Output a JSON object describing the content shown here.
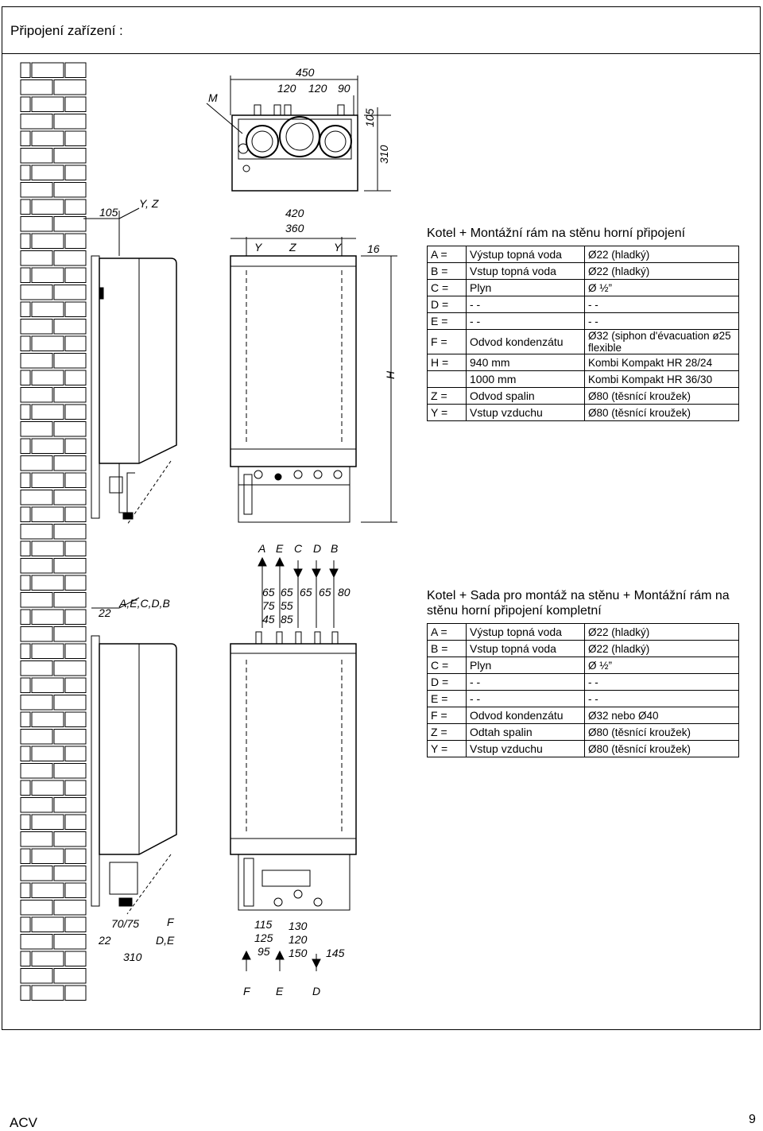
{
  "page_title": "Připojení zařízení :",
  "footer": {
    "brand": "ACV",
    "page_number": "9"
  },
  "drawing_top": {
    "labels": {
      "m": "M",
      "w450": "450",
      "w120a": "120",
      "w120b": "120",
      "w90": "90",
      "h105": "105",
      "h310": "310",
      "side105": "105",
      "side_yz": "Y, Z",
      "w420": "420",
      "w360": "360",
      "y_left": "Y",
      "z": "Z",
      "y_right": "Y",
      "d16": "16",
      "h": "H"
    },
    "connection_letters": [
      "A",
      "E",
      "C",
      "D",
      "B"
    ]
  },
  "drawing_bottom": {
    "labels": {
      "side22": "22",
      "side_letters": "A,E,C,D,B",
      "col1": [
        "65",
        "75",
        "45"
      ],
      "col2": [
        "65",
        "55",
        "85"
      ],
      "col3": "65",
      "col4": "65",
      "col5": "80",
      "b7075": "70/75",
      "bf": "F",
      "b22": "22",
      "bde": "D,E",
      "b310": "310",
      "b_col1": [
        "115",
        "125",
        "95"
      ],
      "b_col2": [
        "130",
        "120",
        "150"
      ],
      "b145": "145",
      "bottom_letters": [
        "F",
        "E",
        "D"
      ]
    }
  },
  "spec_top": {
    "heading": "Kotel + Montážní rám na stěnu horní připojení",
    "rows": [
      {
        "k": "A =",
        "v1": "Výstup topná voda",
        "v2": "Ø22 (hladký)"
      },
      {
        "k": "B =",
        "v1": "Vstup topná voda",
        "v2": "Ø22 (hladký)"
      },
      {
        "k": "C =",
        "v1": "Plyn",
        "v2": "Ø ½”"
      },
      {
        "k": "D =",
        "v1": "- -",
        "v2": "- -"
      },
      {
        "k": "E =",
        "v1": "- -",
        "v2": "- -"
      },
      {
        "k": "F =",
        "v1": "Odvod kondenzátu",
        "v2": "Ø32 (siphon d'évacuation ø25 flexible"
      },
      {
        "k": "H =",
        "v1": "940 mm",
        "v2": "Kombi Kompakt HR 28/24"
      },
      {
        "k": "",
        "v1": "1000 mm",
        "v2": "Kombi Kompakt HR 36/30"
      },
      {
        "k": "Z =",
        "v1": "Odvod spalin",
        "v2": "Ø80 (těsnící kroužek)"
      },
      {
        "k": "Y =",
        "v1": "Vstup vzduchu",
        "v2": "Ø80 (těsnící kroužek)"
      }
    ]
  },
  "spec_bottom": {
    "heading": "Kotel + Sada pro montáž na stěnu + Montážní rám na stěnu horní připojení kompletní",
    "rows": [
      {
        "k": "A =",
        "v1": "Výstup topná voda",
        "v2": "Ø22 (hladký)"
      },
      {
        "k": "B =",
        "v1": "Vstup topná voda",
        "v2": "Ø22 (hladký)"
      },
      {
        "k": "C =",
        "v1": "Plyn",
        "v2": "Ø ½”"
      },
      {
        "k": "D =",
        "v1": "- -",
        "v2": "- -"
      },
      {
        "k": "E =",
        "v1": "- -",
        "v2": "- -"
      },
      {
        "k": "F =",
        "v1": "Odvod kondenzátu",
        "v2": "Ø32 nebo Ø40"
      },
      {
        "k": "Z =",
        "v1": "Odtah spalin",
        "v2": "Ø80 (těsnící kroužek)"
      },
      {
        "k": "Y =",
        "v1": "Vstup vzduchu",
        "v2": "Ø80 (těsnící kroužek)"
      }
    ]
  }
}
